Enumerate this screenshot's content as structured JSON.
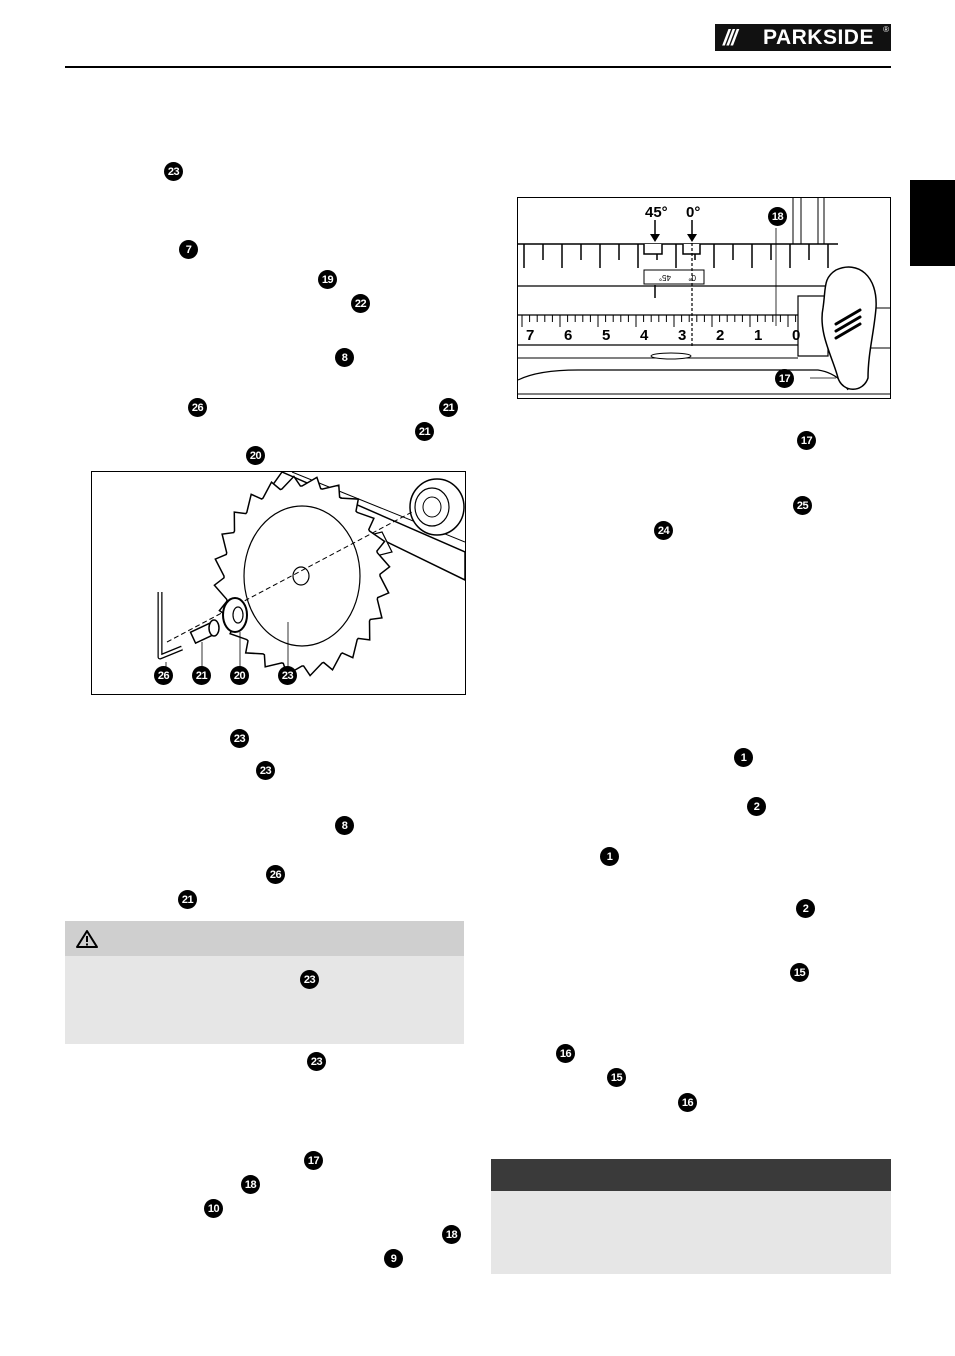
{
  "header": {
    "brand": "PARKSIDE",
    "brand_mark": "///",
    "registered": "®"
  },
  "callouts": {
    "left": [
      {
        "id": "c1",
        "text": "23"
      },
      {
        "id": "c2",
        "text": "7"
      },
      {
        "id": "c3",
        "text": "19"
      },
      {
        "id": "c4",
        "text": "22"
      },
      {
        "id": "c5",
        "text": "8"
      },
      {
        "id": "c6",
        "text": "26"
      },
      {
        "id": "c7",
        "text": "21"
      },
      {
        "id": "c8",
        "text": "21"
      },
      {
        "id": "c9",
        "text": "20"
      },
      {
        "id": "c10",
        "text": "23"
      },
      {
        "id": "c11",
        "text": "23"
      },
      {
        "id": "c12",
        "text": "8"
      },
      {
        "id": "c13",
        "text": "26"
      },
      {
        "id": "c14",
        "text": "21"
      },
      {
        "id": "c15",
        "text": "23"
      },
      {
        "id": "c16",
        "text": "23"
      },
      {
        "id": "c17",
        "text": "17"
      },
      {
        "id": "c18",
        "text": "18"
      },
      {
        "id": "c19",
        "text": "10"
      },
      {
        "id": "c20",
        "text": "18"
      },
      {
        "id": "c21",
        "text": "9"
      }
    ],
    "right": [
      {
        "id": "r1",
        "text": "17"
      },
      {
        "id": "r2",
        "text": "25"
      },
      {
        "id": "r3",
        "text": "24"
      },
      {
        "id": "r4",
        "text": "1"
      },
      {
        "id": "r5",
        "text": "2"
      },
      {
        "id": "r6",
        "text": "1"
      },
      {
        "id": "r7",
        "text": "2"
      },
      {
        "id": "r8",
        "text": "15"
      },
      {
        "id": "r9",
        "text": "16"
      },
      {
        "id": "r10",
        "text": "15"
      },
      {
        "id": "r11",
        "text": "16"
      }
    ]
  },
  "figure_blade": {
    "labels": [
      "26",
      "21",
      "20",
      "23"
    ]
  },
  "figure_scale": {
    "angle_45": "45°",
    "angle_0": "0°",
    "mini_45": "45°",
    "mini_0": "0°",
    "numbers": [
      "7",
      "6",
      "5",
      "4",
      "3",
      "2",
      "1",
      "0"
    ],
    "label_18": "18",
    "label_17": "17"
  }
}
